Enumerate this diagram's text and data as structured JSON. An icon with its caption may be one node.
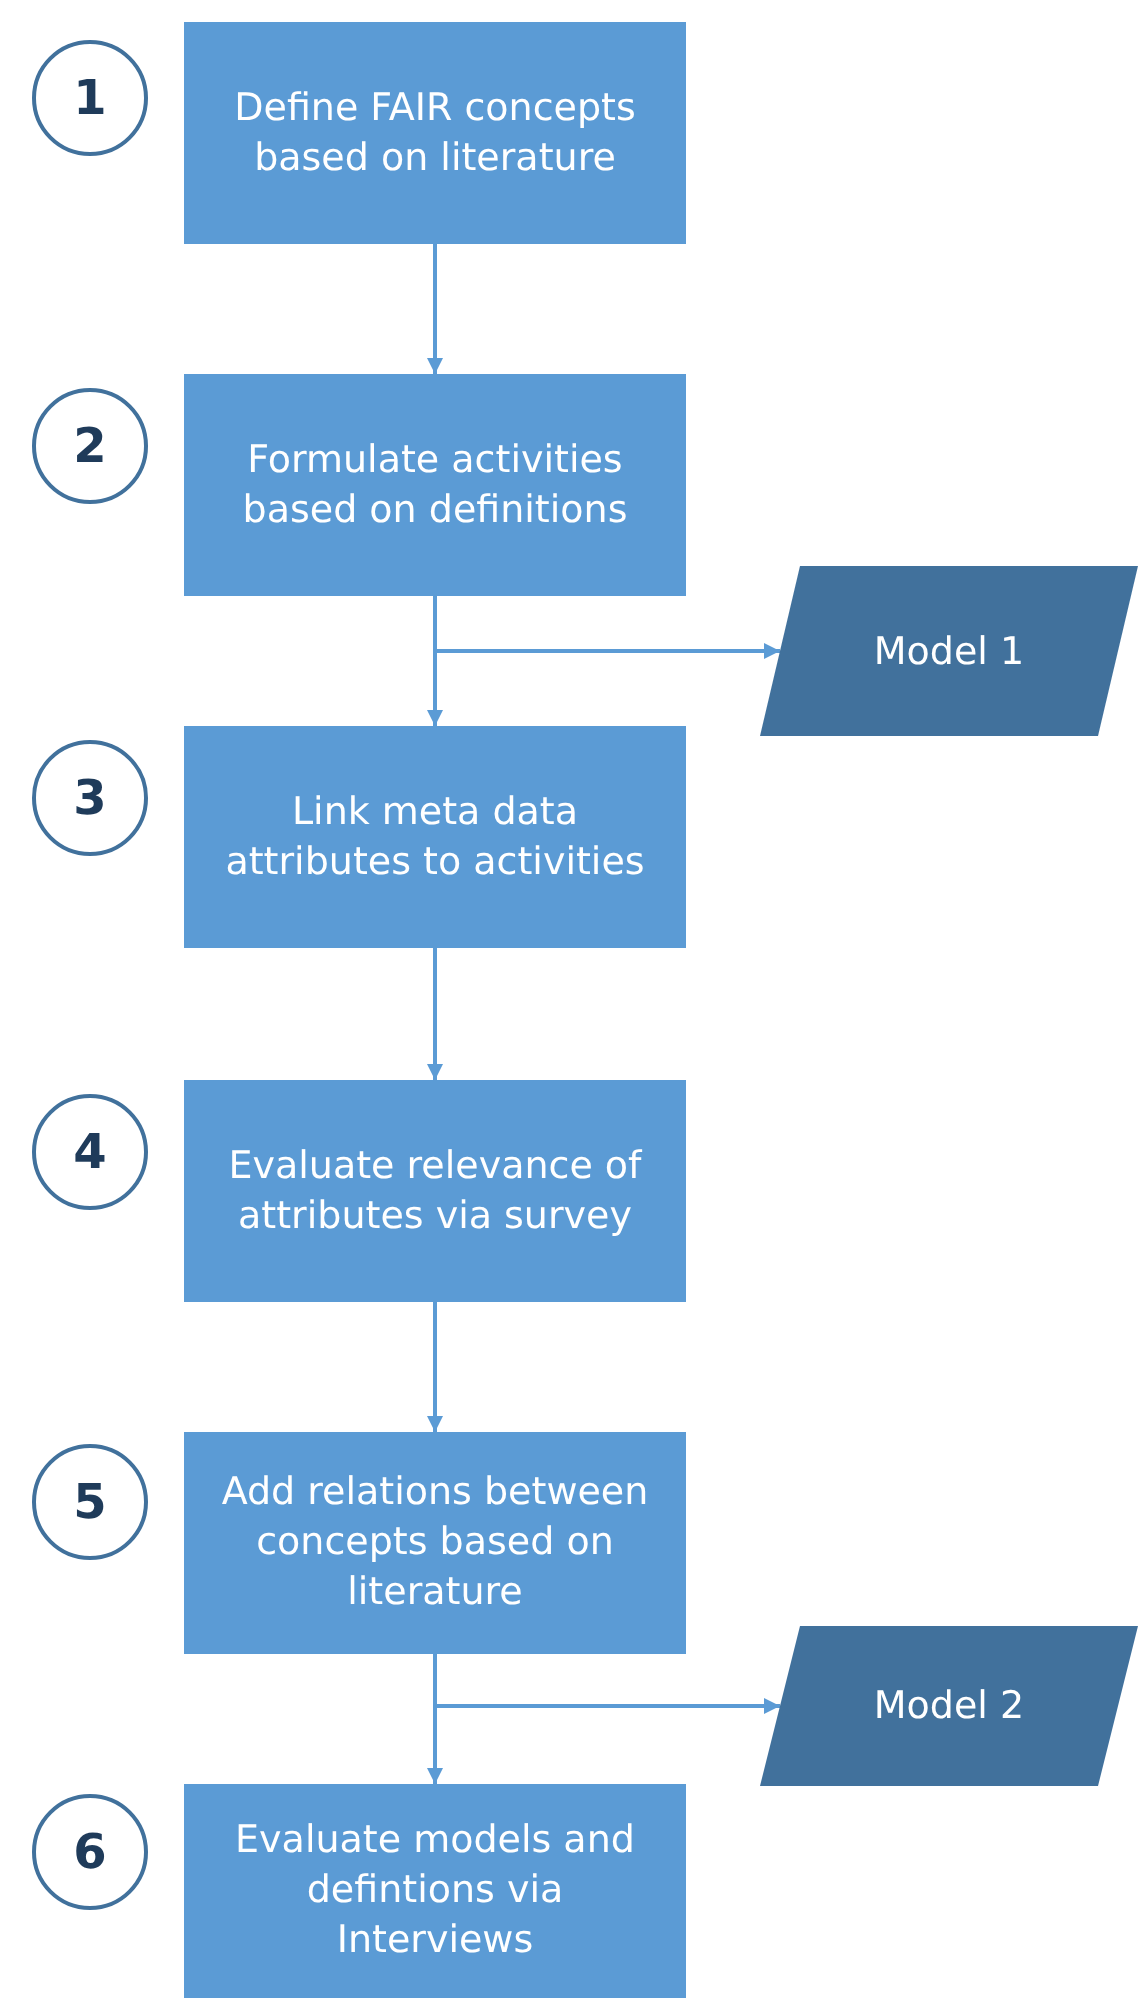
{
  "diagram": {
    "nodes": [
      {
        "text": [
          "1"
        ]
      },
      {
        "text": [
          "Define FAIR concepts based on literature"
        ]
      },
      {
        "text": [
          "2"
        ]
      },
      {
        "text": [
          "Formulate activities based on definitions"
        ]
      },
      {
        "text": [
          "Model 1"
        ]
      },
      {
        "text": [
          "3"
        ]
      },
      {
        "text": [
          "Link meta data attributes to activities"
        ]
      },
      {
        "text": [
          "4"
        ]
      },
      {
        "text": [
          "Evaluate relevance of attributes via survey"
        ]
      },
      {
        "text": [
          "5"
        ]
      },
      {
        "text": [
          "Add relations between concepts based on literature"
        ]
      },
      {
        "text": [
          "Model 2"
        ]
      },
      {
        "text": [
          "6"
        ]
      },
      {
        "text": [
          "Evaluate models and defintions via Interviews"
        ]
      }
    ],
    "edges": [
      {
        "from": 1,
        "to": 3,
        "arrow": "to"
      },
      {
        "from": 3,
        "to": 6,
        "arrow": "to"
      },
      {
        "from": 3,
        "to": 4,
        "arrow": "to"
      },
      {
        "from": 6,
        "to": 8,
        "arrow": "to"
      },
      {
        "from": 8,
        "to": 10,
        "arrow": "to"
      },
      {
        "from": 10,
        "to": 13,
        "arrow": "to"
      },
      {
        "from": 10,
        "to": 11,
        "arrow": "to"
      }
    ]
  }
}
